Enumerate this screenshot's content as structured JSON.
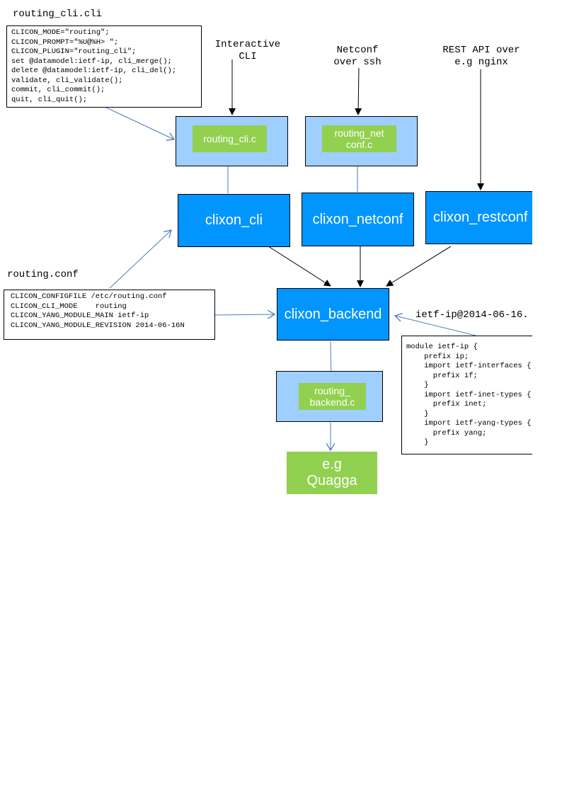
{
  "cli_file": {
    "title": "routing_cli.cli",
    "lines": [
      "CLICON_MODE=\"routing\";",
      "CLICON_PROMPT=\"%U@%H> \";",
      "CLICON_PLUGIN=\"routing_cli\";",
      "set @datamodel:ietf-ip, cli_merge();",
      "delete @datamodel:ietf-ip, cli_del();",
      "validate, cli_validate();",
      "commit, cli_commit();",
      "quit, cli_quit();"
    ]
  },
  "labels": {
    "interactive_cli": "Interactive\nCLI",
    "netconf_ssh": "Netconf\nover ssh",
    "rest_api": "REST API over\ne.g nginx"
  },
  "plugins": {
    "cli": "routing_cli.c",
    "netconf": "routing_net\nconf.c",
    "backend": "routing_\nbackend.c"
  },
  "components": {
    "cli": "clixon_cli",
    "netconf": "clixon_netconf",
    "restconf": "clixon_restconf",
    "backend": "clixon_backend",
    "quagga": "e.g\nQuagga"
  },
  "conf_file": {
    "title": "routing.conf",
    "lines": [
      "CLICON_CONFIGFILE /etc/routing.conf",
      "CLICON_CLI_MODE    routing",
      "CLICON_YANG_MODULE_MAIN ietf-ip",
      "CLICON_YANG_MODULE_REVISION 2014-06-16N"
    ]
  },
  "yang_file": {
    "title": "ietf-ip@2014-06-16.",
    "lines": [
      "module ietf-ip {",
      "    prefix ip;",
      "    import ietf-interfaces {",
      "      prefix if;",
      "    }",
      "    import ietf-inet-types {",
      "      prefix inet;",
      "    }",
      "    import ietf-yang-types {",
      "      prefix yang;",
      "    }"
    ]
  },
  "colors": {
    "light_blue": "#9fcfff",
    "blue": "#0095ff",
    "green": "#92d050",
    "connector": "#4a7ebb"
  }
}
